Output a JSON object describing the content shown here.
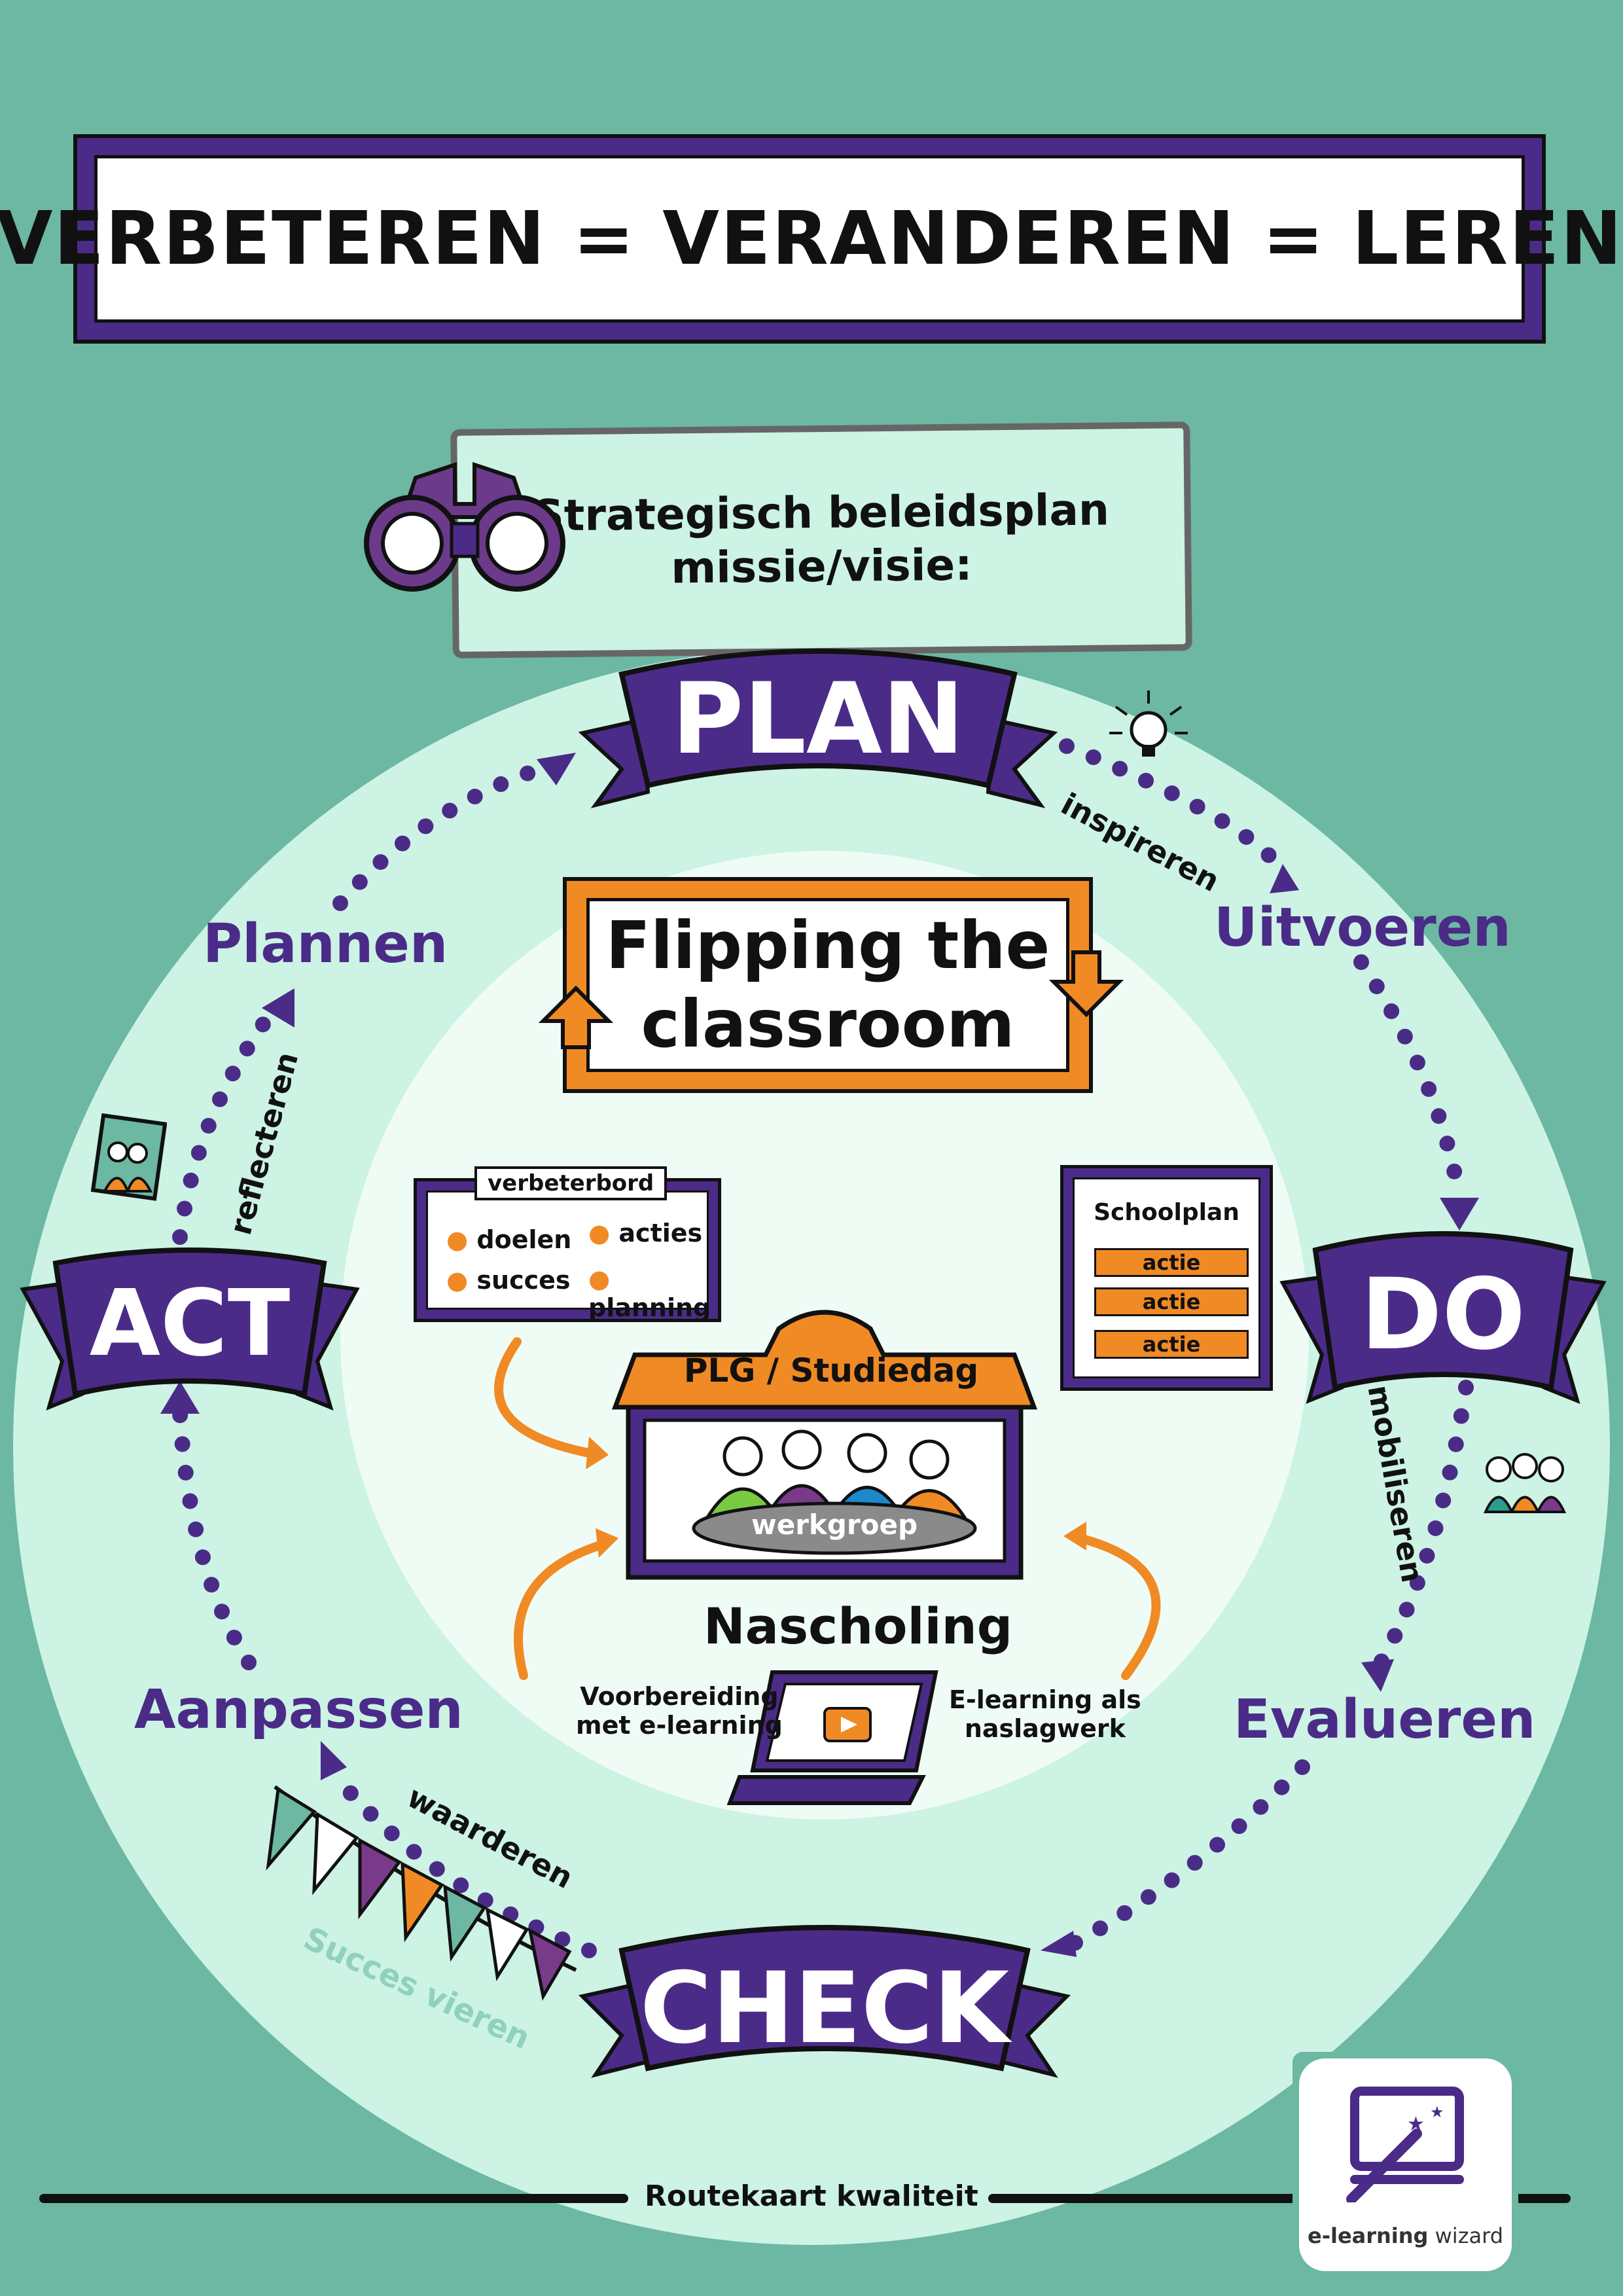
{
  "title": "VERBETEREN = VERANDEREN = LEREN",
  "strategy": {
    "line1": "Strategisch beleidsplan",
    "line2": "missie/visie:"
  },
  "banners": {
    "plan": "PLAN",
    "do": "DO",
    "check": "CHECK",
    "act": "ACT"
  },
  "phases": {
    "uitvoeren": "Uitvoeren",
    "evalueren": "Evalueren",
    "aanpassen": "Aanpassen",
    "plannen": "Plannen"
  },
  "verbs": {
    "inspireren": "inspireren",
    "mobiliseren": "mobiliseren",
    "waarderen": "waarderen",
    "reflecteren": "reflecteren"
  },
  "succes_vieren": "Succes vieren",
  "flip": {
    "line1": "Flipping the",
    "line2": "classroom"
  },
  "verbeterbord": {
    "title": "verbeterbord",
    "items": [
      "doelen",
      "acties",
      "succes",
      "planning"
    ]
  },
  "schoolplan": {
    "title": "Schoolplan",
    "actions": [
      "actie",
      "actie",
      "actie"
    ]
  },
  "plg": {
    "roof": "PLG / Studiedag",
    "table": "werkgroep"
  },
  "nascholing": "Nascholing",
  "voorbereiding": {
    "line1": "Voorbereiding",
    "line2": "met e-learning"
  },
  "elearning": {
    "line1": "E-learning als",
    "line2": "naslagwerk"
  },
  "footer": "Routekaart kwaliteit",
  "logo": {
    "bold": "e-learning",
    "rest": " wizard"
  },
  "colors": {
    "purple": "#4b2b88",
    "orange": "#f08a24",
    "teal": "#6cb8a2",
    "mint": "#ccf3e3"
  }
}
